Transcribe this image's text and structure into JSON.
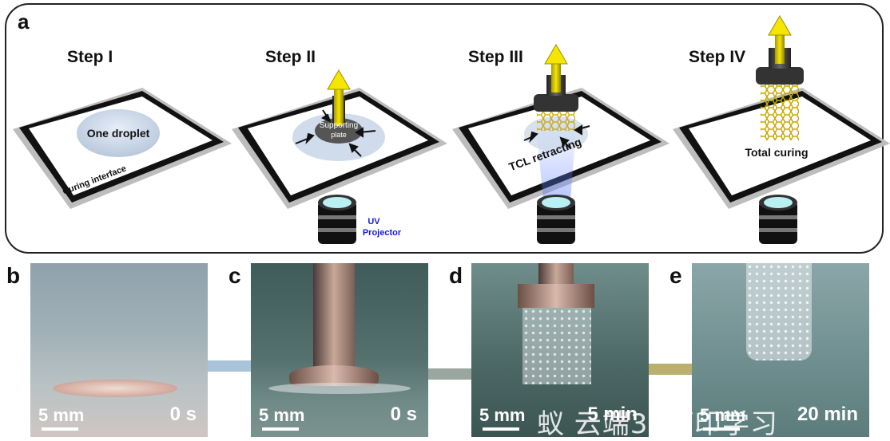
{
  "panel_a": {
    "label": "a",
    "steps": [
      {
        "title": "Step I",
        "annotation": "One droplet",
        "interface": "Curing interface"
      },
      {
        "title": "Step II",
        "annotation_line1": "Supporting",
        "annotation_line2": "plate",
        "projector_line1": "UV",
        "projector_line2": "Projector"
      },
      {
        "title": "Step III",
        "annotation": "TCL retracting"
      },
      {
        "title": "Step IV",
        "annotation": "Total curing"
      }
    ]
  },
  "photos": [
    {
      "label": "b",
      "scale": "5 mm",
      "time": "0 s"
    },
    {
      "label": "c",
      "scale": "5 mm",
      "time": "0 s"
    },
    {
      "label": "d",
      "scale": "5 mm",
      "time": "5 min"
    },
    {
      "label": "e",
      "scale": "5 mm",
      "time": "20 min"
    }
  ],
  "watermark": "蚁 云端3d打印学习",
  "colors": {
    "arrow_yellow": "#e8d400",
    "uv_blue": "#1a1adc",
    "frame_gray": "#bdbdbd"
  }
}
